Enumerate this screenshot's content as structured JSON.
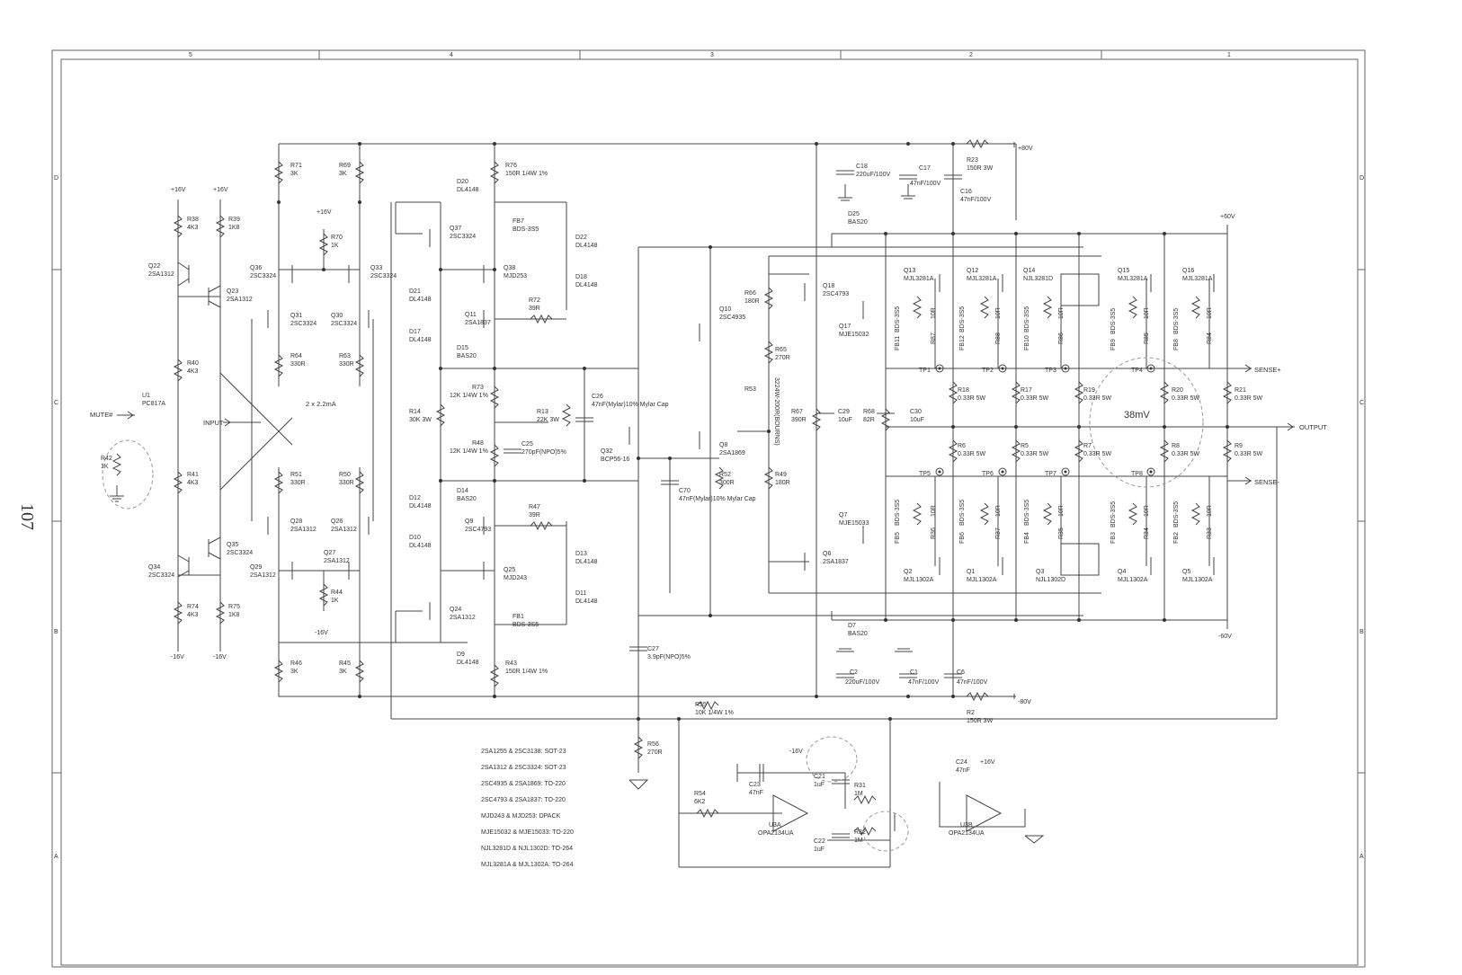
{
  "page": {
    "page_number": "107",
    "border_col_labels": [
      "5",
      "4",
      "3",
      "2",
      "1"
    ],
    "border_row_labels": [
      "D",
      "C",
      "B",
      "A"
    ]
  },
  "power": {
    "vp16": "+16V",
    "vn16": "-16V",
    "vp80": "+80V",
    "vn80": "-80V",
    "vp60": "+60V",
    "vn60": "-60V"
  },
  "io": {
    "mute": "MUTE#",
    "input": "INPUT",
    "output": "OUTPUT",
    "sense_p": "SENSE+",
    "sense_n": "SENSE-"
  },
  "notes": {
    "bias_current": "2 x 2.2mA",
    "bias_voltage": "38mV"
  },
  "components": [
    {
      "ref": "R38",
      "value": "4K3"
    },
    {
      "ref": "R39",
      "value": "1K8"
    },
    {
      "ref": "Q22",
      "value": "2SA1312"
    },
    {
      "ref": "Q23",
      "value": "2SA1312"
    },
    {
      "ref": "R40",
      "value": "4K3"
    },
    {
      "ref": "U1",
      "value": "PC817A"
    },
    {
      "ref": "R42",
      "value": "1K"
    },
    {
      "ref": "R41",
      "value": "4K3"
    },
    {
      "ref": "Q35",
      "value": "2SC3324"
    },
    {
      "ref": "Q34",
      "value": "2SC3324"
    },
    {
      "ref": "R74",
      "value": "4K3"
    },
    {
      "ref": "R75",
      "value": "1K8"
    },
    {
      "ref": "R71",
      "value": "3K"
    },
    {
      "ref": "R69",
      "value": "3K"
    },
    {
      "ref": "R70",
      "value": "1K"
    },
    {
      "ref": "Q36",
      "value": "2SC3324"
    },
    {
      "ref": "Q33",
      "value": "2SC3324"
    },
    {
      "ref": "Q31",
      "value": "2SC3324"
    },
    {
      "ref": "Q30",
      "value": "2SC3324"
    },
    {
      "ref": "R64",
      "value": "330R"
    },
    {
      "ref": "R63",
      "value": "330R"
    },
    {
      "ref": "R51",
      "value": "330R"
    },
    {
      "ref": "R50",
      "value": "330R"
    },
    {
      "ref": "Q28",
      "value": "2SA1312"
    },
    {
      "ref": "Q26",
      "value": "2SA1312"
    },
    {
      "ref": "Q27",
      "value": "2SA1312"
    },
    {
      "ref": "Q29",
      "value": "2SA1312"
    },
    {
      "ref": "R44",
      "value": "1K"
    },
    {
      "ref": "R46",
      "value": "3K"
    },
    {
      "ref": "R45",
      "value": "3K"
    },
    {
      "ref": "R76",
      "value": "150R 1/4W 1%"
    },
    {
      "ref": "D20",
      "value": "DL4148"
    },
    {
      "ref": "Q37",
      "value": "2SC3324"
    },
    {
      "ref": "FB7",
      "value": "BDS-3S5"
    },
    {
      "ref": "D22",
      "value": "DL4148"
    },
    {
      "ref": "D18",
      "value": "DL4148"
    },
    {
      "ref": "Q38",
      "value": "MJD253"
    },
    {
      "ref": "D21",
      "value": "DL4148"
    },
    {
      "ref": "R72",
      "value": "39R"
    },
    {
      "ref": "Q11",
      "value": "2SA1837"
    },
    {
      "ref": "D17",
      "value": "DL4148"
    },
    {
      "ref": "D15",
      "value": "BAS20"
    },
    {
      "ref": "R73",
      "value": "12K 1/4W 1%"
    },
    {
      "ref": "R14",
      "value": "30K 3W"
    },
    {
      "ref": "R13",
      "value": "22K 3W"
    },
    {
      "ref": "C26",
      "value": "47nF(Mylar)10% Mylar Cap"
    },
    {
      "ref": "R48",
      "value": "12K 1/4W 1%"
    },
    {
      "ref": "C25",
      "value": "270pF(NPO)5%"
    },
    {
      "ref": "Q32",
      "value": "BCP56-16"
    },
    {
      "ref": "D14",
      "value": "BAS20"
    },
    {
      "ref": "D12",
      "value": "DL4148"
    },
    {
      "ref": "R47",
      "value": "39R"
    },
    {
      "ref": "Q9",
      "value": "2SC4793"
    },
    {
      "ref": "D10",
      "value": "DL4148"
    },
    {
      "ref": "D13",
      "value": "DL4148"
    },
    {
      "ref": "Q25",
      "value": "MJD243"
    },
    {
      "ref": "D11",
      "value": "DL4148"
    },
    {
      "ref": "Q24",
      "value": "2SA1312"
    },
    {
      "ref": "FB1",
      "value": "BDS-3S5"
    },
    {
      "ref": "D9",
      "value": "DL4148"
    },
    {
      "ref": "R43",
      "value": "150R 1/4W 1%"
    },
    {
      "ref": "C70",
      "value": "47nF(Mylar)10% Mylar Cap"
    },
    {
      "ref": "C27",
      "value": "3.9pF(NPO)5%"
    },
    {
      "ref": "R66",
      "value": "180R"
    },
    {
      "ref": "Q10",
      "value": "2SC4935"
    },
    {
      "ref": "R65",
      "value": "270R"
    },
    {
      "ref": "R53",
      "value": "3224W-200R(BOURNS)"
    },
    {
      "ref": "Q8",
      "value": "2SA1869"
    },
    {
      "ref": "R52",
      "value": "300R"
    },
    {
      "ref": "R49",
      "value": "180R"
    },
    {
      "ref": "R67",
      "value": "390R"
    },
    {
      "ref": "C29",
      "value": "10uF"
    },
    {
      "ref": "R68",
      "value": "82R"
    },
    {
      "ref": "C30",
      "value": "10uF"
    },
    {
      "ref": "C18",
      "value": "220uF/100V"
    },
    {
      "ref": "C17",
      "value": "47nF/100V"
    },
    {
      "ref": "C16",
      "value": "47nF/100V"
    },
    {
      "ref": "R23",
      "value": "150R 3W"
    },
    {
      "ref": "D25",
      "value": "BAS20"
    },
    {
      "ref": "Q18",
      "value": "2SC4793"
    },
    {
      "ref": "Q17",
      "value": "MJE15032"
    },
    {
      "ref": "Q13",
      "value": "MJL3281A"
    },
    {
      "ref": "Q12",
      "value": "MJL3281A"
    },
    {
      "ref": "Q14",
      "value": "NJL3281D"
    },
    {
      "ref": "Q15",
      "value": "MJL3281A"
    },
    {
      "ref": "Q16",
      "value": "MJL3281A"
    },
    {
      "ref": "FB11",
      "value": "BDS-3S5"
    },
    {
      "ref": "FB12",
      "value": "BDS-3S5"
    },
    {
      "ref": "FB10",
      "value": "BDS-3S5"
    },
    {
      "ref": "FB9",
      "value": "BDS-3S5"
    },
    {
      "ref": "FB8",
      "value": "BDS-3S5"
    },
    {
      "ref": "R87",
      "value": "10R"
    },
    {
      "ref": "R88",
      "value": "10R"
    },
    {
      "ref": "R86",
      "value": "10R"
    },
    {
      "ref": "R85",
      "value": "10R"
    },
    {
      "ref": "R84",
      "value": "10R"
    },
    {
      "ref": "R18",
      "value": "0.33R 5W"
    },
    {
      "ref": "R17",
      "value": "0.33R 5W"
    },
    {
      "ref": "R19",
      "value": "0.33R 5W"
    },
    {
      "ref": "R20",
      "value": "0.33R 5W"
    },
    {
      "ref": "R21",
      "value": "0.33R 5W"
    },
    {
      "ref": "R6",
      "value": "0.33R 5W"
    },
    {
      "ref": "R5",
      "value": "0.33R 5W"
    },
    {
      "ref": "R7",
      "value": "0.33R 5W"
    },
    {
      "ref": "R8",
      "value": "0.33R 5W"
    },
    {
      "ref": "R9",
      "value": "0.33R 5W"
    },
    {
      "ref": "Q7",
      "value": "MJE15033"
    },
    {
      "ref": "Q6",
      "value": "2SA1837"
    },
    {
      "ref": "FB5",
      "value": "BDS-3S5"
    },
    {
      "ref": "FB6",
      "value": "BDS-3S5"
    },
    {
      "ref": "FB4",
      "value": "BDS-3S5"
    },
    {
      "ref": "FB3",
      "value": "BDS-3S5"
    },
    {
      "ref": "FB2",
      "value": "BDS-3S5"
    },
    {
      "ref": "R36",
      "value": "10R"
    },
    {
      "ref": "R37",
      "value": "10R"
    },
    {
      "ref": "R35",
      "value": "10R"
    },
    {
      "ref": "R34",
      "value": "10R"
    },
    {
      "ref": "R33",
      "value": "10R"
    },
    {
      "ref": "Q2",
      "value": "MJL1302A"
    },
    {
      "ref": "Q1",
      "value": "MJL1302A"
    },
    {
      "ref": "Q3",
      "value": "NJL1302D"
    },
    {
      "ref": "Q4",
      "value": "MJL1302A"
    },
    {
      "ref": "Q5",
      "value": "MJL1302A"
    },
    {
      "ref": "D7",
      "value": "BAS20"
    },
    {
      "ref": "C2",
      "value": "220uF/100V"
    },
    {
      "ref": "C1",
      "value": "47nF/100V"
    },
    {
      "ref": "C6",
      "value": "47nF/100V"
    },
    {
      "ref": "R2",
      "value": "150R 3W"
    },
    {
      "ref": "R55",
      "value": "10K 1/4W 1%"
    },
    {
      "ref": "R56",
      "value": "270R"
    },
    {
      "ref": "C23",
      "value": "47nF"
    },
    {
      "ref": "C21",
      "value": "1uF"
    },
    {
      "ref": "R31",
      "value": "1M"
    },
    {
      "ref": "R54",
      "value": "6K2"
    },
    {
      "ref": "U3A",
      "value": "OPA2134UA"
    },
    {
      "ref": "R32",
      "value": "1M"
    },
    {
      "ref": "C22",
      "value": "1uF"
    },
    {
      "ref": "C24",
      "value": "47nF"
    },
    {
      "ref": "U3B",
      "value": "OPA2134UA"
    }
  ],
  "test_points": [
    "TP1",
    "TP2",
    "TP3",
    "TP4",
    "TP5",
    "TP6",
    "TP7",
    "TP8"
  ],
  "package_notes": [
    "2SA1255 & 2SC3138: SOT-23",
    "2SA1312 & 2SC3324: SOT-23",
    "2SC4935 & 2SA1869: TO-220",
    "2SC4793 & 2SA1837: TO-220",
    "MJD243 & MJD253: DPACK",
    "MJE15032 & MJE15033: TO-220",
    "NJL3281D & NJL1302D: TO-264",
    "MJL3281A & MJL1302A: TO-264"
  ]
}
